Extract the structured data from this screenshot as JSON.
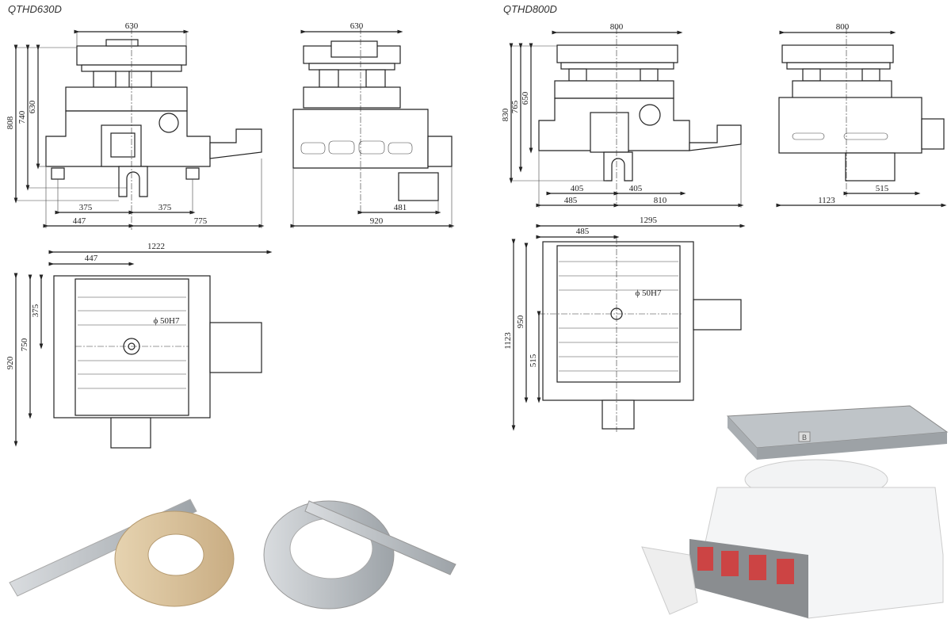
{
  "models": [
    {
      "name": "QTHD630D",
      "front_view": {
        "table_width": "630",
        "height_total": "808",
        "height_mid": "740",
        "height_low": "630",
        "rail_left": "375",
        "rail_right": "375",
        "base_left": "447",
        "base_right": "775"
      },
      "side_view": {
        "table_width": "630",
        "motor_offset": "481",
        "base_width": "920"
      },
      "plan_view": {
        "overall_width": "1222",
        "center_offset": "447",
        "overall_depth": "920",
        "table_depth": "750",
        "center_depth": "375",
        "bore": "ϕ 50H7"
      }
    },
    {
      "name": "QTHD800D",
      "front_view": {
        "table_width": "800",
        "height_total": "830",
        "height_mid": "765",
        "height_low": "650",
        "rail_left": "405",
        "rail_right": "405",
        "base_left": "485",
        "base_right": "810"
      },
      "side_view": {
        "table_width": "800",
        "motor_offset": "515",
        "base_width": "1123"
      },
      "plan_view": {
        "overall_width": "1295",
        "center_offset": "485",
        "overall_depth": "1123",
        "table_depth": "950",
        "center_depth": "515",
        "bore": "ϕ 50H7"
      }
    }
  ],
  "photo_label": "B"
}
